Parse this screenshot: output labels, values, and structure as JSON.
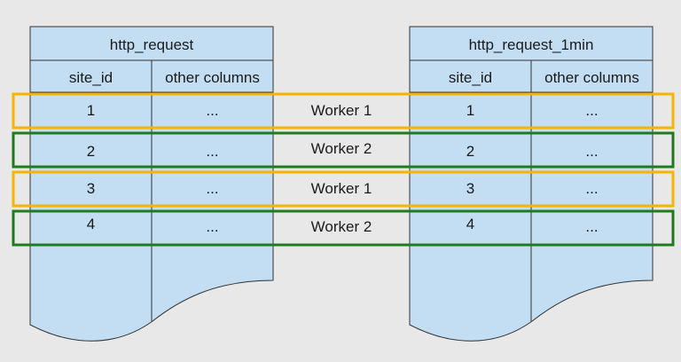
{
  "tables": [
    {
      "name": "http_request",
      "columns": [
        "site_id",
        "other columns"
      ],
      "rows": [
        {
          "site_id": "1",
          "other": "..."
        },
        {
          "site_id": "2",
          "other": "..."
        },
        {
          "site_id": "3",
          "other": "..."
        },
        {
          "site_id": "4",
          "other": "..."
        }
      ]
    },
    {
      "name": "http_request_1min",
      "columns": [
        "site_id",
        "other columns"
      ],
      "rows": [
        {
          "site_id": "1",
          "other": "..."
        },
        {
          "site_id": "2",
          "other": "..."
        },
        {
          "site_id": "3",
          "other": "..."
        },
        {
          "site_id": "4",
          "other": "..."
        }
      ]
    }
  ],
  "workers": [
    {
      "label": "Worker 1",
      "color": "#f5b400"
    },
    {
      "label": "Worker 2",
      "color": "#1e7b1e"
    },
    {
      "label": "Worker 1",
      "color": "#f5b400"
    },
    {
      "label": "Worker 2",
      "color": "#1e7b1e"
    }
  ],
  "colors": {
    "background": "#e8e8e8",
    "table_fill": "#c3def2",
    "table_stroke": "#333333"
  }
}
